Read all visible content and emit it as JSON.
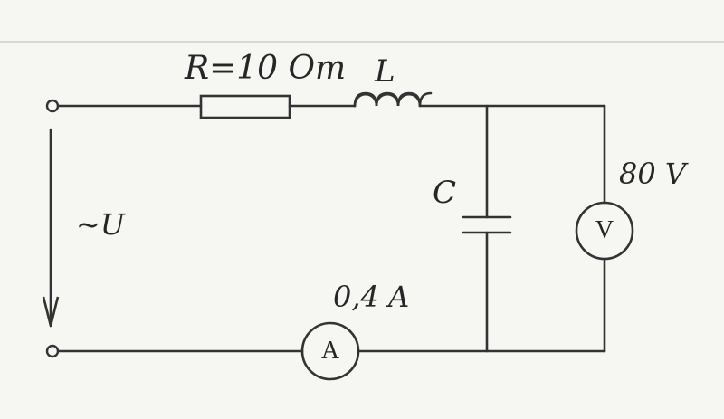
{
  "diagram": {
    "resistor_label": "R=10 Om",
    "inductor_label": "L",
    "capacitor_label": "C",
    "source_label": "~U",
    "voltmeter_reading": "80 V",
    "voltmeter_symbol": "V",
    "ammeter_reading": "0,4 A",
    "ammeter_symbol": "A",
    "colors": {
      "ink": "#333333",
      "paper": "#f6f6f3"
    },
    "icons": [
      "resistor-icon",
      "inductor-icon",
      "capacitor-icon",
      "voltmeter-icon",
      "ammeter-icon",
      "terminal-icon",
      "arrow-down-icon"
    ]
  }
}
